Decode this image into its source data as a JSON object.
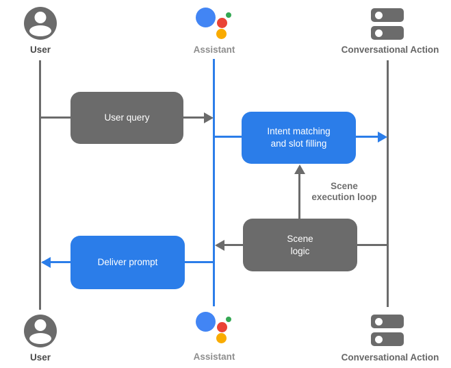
{
  "actors": {
    "top": [
      {
        "label": "User",
        "icon": "person-icon"
      },
      {
        "label": "Assistant",
        "icon": "assistant-logo-icon"
      },
      {
        "label": "Conversational Action",
        "icon": "server-stack-icon"
      }
    ],
    "bottom": [
      {
        "label": "User",
        "icon": "person-icon"
      },
      {
        "label": "Assistant",
        "icon": "assistant-logo-icon"
      },
      {
        "label": "Conversational Action",
        "icon": "server-stack-icon"
      }
    ]
  },
  "flows": {
    "user_query": {
      "label": "User query"
    },
    "intent_matching": {
      "line1": "Intent matching",
      "line2": "and slot filling"
    },
    "scene_loop": {
      "line1": "Scene",
      "line2": "execution loop"
    },
    "scene_logic": {
      "line1": "Scene",
      "line2": "logic"
    },
    "deliver_prompt": {
      "label": "Deliver prompt"
    }
  },
  "colors": {
    "gray": "#6b6b6b",
    "blue": "#2b7de9",
    "assistant_logo_blue": "#4285f4",
    "assistant_logo_red": "#ea4335",
    "assistant_logo_yellow": "#f9ab00",
    "assistant_logo_green": "#34a853"
  }
}
